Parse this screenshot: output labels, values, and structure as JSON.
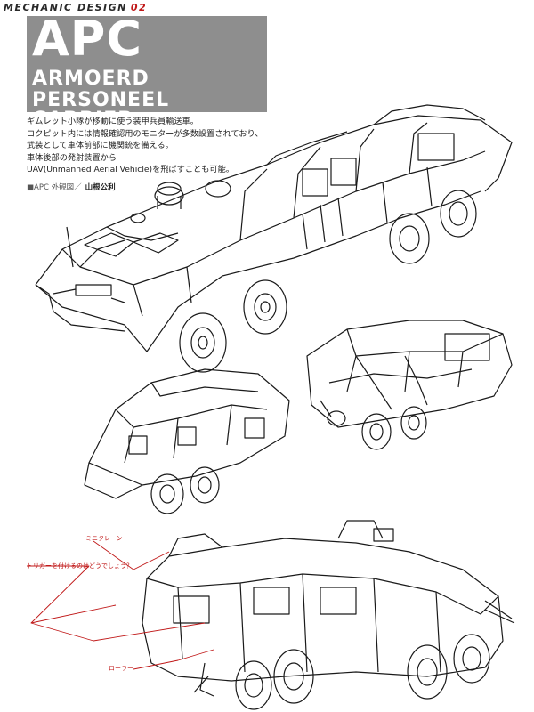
{
  "header": {
    "series_label": "MECHANIC DESIGN",
    "page_number": "02"
  },
  "title": {
    "main": "APC",
    "line1": "ARMOERD",
    "line2": "PERSONEEL CARRIER"
  },
  "description": {
    "lines": [
      "ギムレット小隊が移動に使う装甲兵員輸送車。",
      "コクピット内には情報確認用のモニターが多数設置されており、",
      "武装として車体前部に機関銃を備える。",
      "車体後部の発射装置から",
      "UAV(Unmanned Aerial Vehicle)を飛ばすことも可能。"
    ]
  },
  "caption": {
    "label": "■APC 外観図",
    "separator": "／",
    "artist": "山根公利"
  },
  "annotations": {
    "crane": "ミニクレーン",
    "trigger": "トリガーを付けるのはどうでしょう？",
    "roller": "ローラー"
  },
  "colors": {
    "accent_red": "#c01818",
    "title_block": "#8e8e8e",
    "line_art": "#1a1a1a"
  }
}
